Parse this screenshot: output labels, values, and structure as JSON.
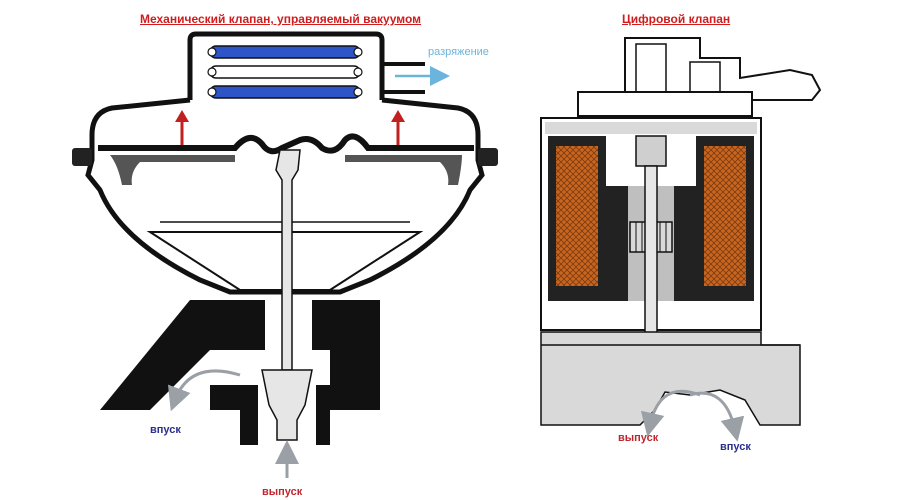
{
  "left": {
    "title": "Механический клапан, управляемый вакуумом",
    "vacuum_label": "разряжение",
    "inlet_label": "впуск",
    "outlet_label": "выпуск"
  },
  "right": {
    "title": "Цифровой клапан",
    "outlet_label": "выпуск",
    "inlet_label": "впуск"
  },
  "colors": {
    "title": "#d01c1c",
    "outlet": "#c0262e",
    "inlet": "#2b2e8f",
    "vacuum_text": "#6ab4de",
    "spring": "#2d55c8",
    "coil": "#c8651e",
    "arrow": "#c02020",
    "flow": "#9aa0a6"
  }
}
